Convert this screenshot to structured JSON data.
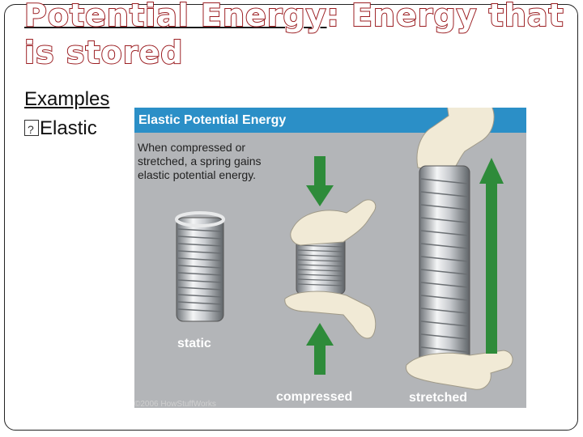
{
  "slide": {
    "title_part1": "Potential Energy",
    "title_part2": ": Energy that is stored",
    "examples_label": "Examples",
    "bullet_label": "Elastic"
  },
  "figure": {
    "title": "Elastic Potential Energy",
    "caption": "When compressed or\nstretched, a spring gains\nelastic potential energy.",
    "labels": {
      "static": "static",
      "compressed": "compressed",
      "stretched": "stretched"
    },
    "copyright": "©2006 HowStuffWorks"
  },
  "colors": {
    "title_outline": "#9c1f23",
    "figure_header": "#2b8fc7",
    "figure_bg": "#b3b5b8",
    "arrow_green": "#2e8b3a"
  }
}
